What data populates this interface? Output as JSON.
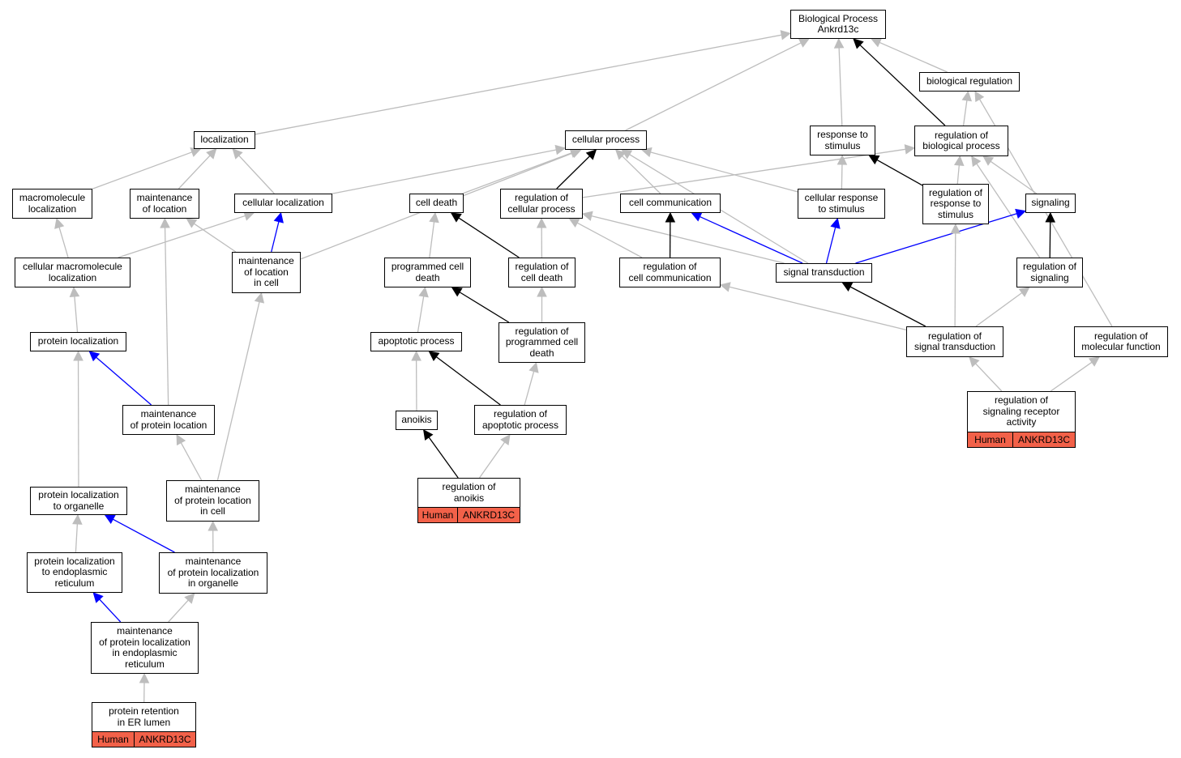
{
  "colors": {
    "gray": "#bdbdbd",
    "black": "#000000",
    "blue": "#0000ff",
    "gene_fill": "#f26149"
  },
  "nodes": {
    "root": "Biological Process\nAnkrd13c",
    "bioreg": "biological regulation",
    "localization": "localization",
    "cellproc": "cellular process",
    "resp": "response to\nstimulus",
    "regbio": "regulation of\nbiological process",
    "macroloc": "macromolecule\nlocalization",
    "mainloc": "maintenance\nof location",
    "cellloc": "cellular localization",
    "celldeath": "cell death",
    "regcell": "regulation of\ncellular process",
    "cellcomm": "cell communication",
    "cellresp": "cellular response\nto stimulus",
    "regresp": "regulation of\nresponse to\nstimulus",
    "signaling": "signaling",
    "cellmacro": "cellular macromolecule\nlocalization",
    "mainlocincell": "maintenance\nof location\nin cell",
    "pcd": "programmed cell\ndeath",
    "regcd": "regulation of\ncell death",
    "regcomm": "regulation of\ncell communication",
    "sigtrans": "signal transduction",
    "regsig": "regulation of\nsignaling",
    "protloc": "protein localization",
    "apop": "apoptotic process",
    "regpcd": "regulation of\nprogrammed cell\ndeath",
    "regsigtrans": "regulation of\nsignal transduction",
    "regmol": "regulation of\nmolecular function",
    "mainprot": "maintenance\nof protein location",
    "anoikis": "anoikis",
    "regapop": "regulation of\napoptotic process",
    "regsrec": "regulation of\nsignaling receptor\nactivity",
    "regano": "regulation of\nanoikis",
    "protorg": "protein localization\nto organelle",
    "mainprotcell": "maintenance\nof protein location\nin cell",
    "proter": "protein localization\nto endoplasmic\nreticulum",
    "mainprotorg": "maintenance\nof protein localization\nin organelle",
    "mainprotER": "maintenance\nof protein localization\nin endoplasmic\nreticulum",
    "retention": "protein retention\nin ER lumen"
  },
  "annotations": {
    "regsrec": {
      "species": "Human",
      "gene": "ANKRD13C"
    },
    "regano": {
      "species": "Human",
      "gene": "ANKRD13C"
    },
    "retention": {
      "species": "Human",
      "gene": "ANKRD13C"
    }
  },
  "edges": [
    {
      "from": "bioreg",
      "to": "root",
      "color": "gray"
    },
    {
      "from": "localization",
      "to": "root",
      "color": "gray"
    },
    {
      "from": "cellproc",
      "to": "root",
      "color": "gray"
    },
    {
      "from": "resp",
      "to": "root",
      "color": "gray"
    },
    {
      "from": "regbio",
      "to": "root",
      "color": "black"
    },
    {
      "from": "regbio",
      "to": "bioreg",
      "color": "gray"
    },
    {
      "from": "macroloc",
      "to": "localization",
      "color": "gray"
    },
    {
      "from": "mainloc",
      "to": "localization",
      "color": "gray"
    },
    {
      "from": "cellloc",
      "to": "localization",
      "color": "gray"
    },
    {
      "from": "cellloc",
      "to": "cellproc",
      "color": "gray"
    },
    {
      "from": "celldeath",
      "to": "cellproc",
      "color": "gray"
    },
    {
      "from": "regcell",
      "to": "cellproc",
      "color": "black"
    },
    {
      "from": "cellcomm",
      "to": "cellproc",
      "color": "gray"
    },
    {
      "from": "cellresp",
      "to": "cellproc",
      "color": "gray"
    },
    {
      "from": "mainlocincell",
      "to": "cellproc",
      "color": "gray"
    },
    {
      "from": "sigtrans",
      "to": "cellproc",
      "color": "gray"
    },
    {
      "from": "regcell",
      "to": "regbio",
      "color": "gray"
    },
    {
      "from": "cellresp",
      "to": "resp",
      "color": "gray"
    },
    {
      "from": "regresp",
      "to": "resp",
      "color": "black"
    },
    {
      "from": "regresp",
      "to": "regbio",
      "color": "gray"
    },
    {
      "from": "signaling",
      "to": "regbio",
      "color": "gray"
    },
    {
      "from": "regsig",
      "to": "regbio",
      "color": "gray"
    },
    {
      "from": "regmol",
      "to": "bioreg",
      "color": "gray"
    },
    {
      "from": "cellmacro",
      "to": "macroloc",
      "color": "gray"
    },
    {
      "from": "cellmacro",
      "to": "cellloc",
      "color": "gray"
    },
    {
      "from": "mainlocincell",
      "to": "cellloc",
      "color": "blue"
    },
    {
      "from": "mainlocincell",
      "to": "mainloc",
      "color": "gray"
    },
    {
      "from": "mainprot",
      "to": "mainloc",
      "color": "gray"
    },
    {
      "from": "pcd",
      "to": "celldeath",
      "color": "gray"
    },
    {
      "from": "regcd",
      "to": "celldeath",
      "color": "black"
    },
    {
      "from": "regcd",
      "to": "regcell",
      "color": "gray"
    },
    {
      "from": "regcomm",
      "to": "regcell",
      "color": "gray"
    },
    {
      "from": "sigtrans",
      "to": "regcell",
      "color": "gray"
    },
    {
      "from": "regcomm",
      "to": "cellcomm",
      "color": "black"
    },
    {
      "from": "sigtrans",
      "to": "cellcomm",
      "color": "blue"
    },
    {
      "from": "sigtrans",
      "to": "cellresp",
      "color": "blue"
    },
    {
      "from": "sigtrans",
      "to": "signaling",
      "color": "blue"
    },
    {
      "from": "regsig",
      "to": "signaling",
      "color": "black"
    },
    {
      "from": "protloc",
      "to": "cellmacro",
      "color": "gray"
    },
    {
      "from": "apop",
      "to": "pcd",
      "color": "gray"
    },
    {
      "from": "regpcd",
      "to": "pcd",
      "color": "black"
    },
    {
      "from": "regpcd",
      "to": "regcd",
      "color": "gray"
    },
    {
      "from": "regsigtrans",
      "to": "regcomm",
      "color": "gray"
    },
    {
      "from": "regsigtrans",
      "to": "sigtrans",
      "color": "black"
    },
    {
      "from": "regsigtrans",
      "to": "regresp",
      "color": "gray"
    },
    {
      "from": "regsigtrans",
      "to": "regsig",
      "color": "gray"
    },
    {
      "from": "mainprot",
      "to": "protloc",
      "color": "blue"
    },
    {
      "from": "anoikis",
      "to": "apop",
      "color": "gray"
    },
    {
      "from": "regapop",
      "to": "apop",
      "color": "black"
    },
    {
      "from": "regapop",
      "to": "regpcd",
      "color": "gray"
    },
    {
      "from": "regsrec",
      "to": "regsigtrans",
      "color": "gray"
    },
    {
      "from": "regsrec",
      "to": "regmol",
      "color": "gray"
    },
    {
      "from": "regano",
      "to": "anoikis",
      "color": "black"
    },
    {
      "from": "regano",
      "to": "regapop",
      "color": "gray"
    },
    {
      "from": "protorg",
      "to": "protloc",
      "color": "gray"
    },
    {
      "from": "mainprotcell",
      "to": "mainprot",
      "color": "gray"
    },
    {
      "from": "mainprotcell",
      "to": "mainlocincell",
      "color": "gray"
    },
    {
      "from": "proter",
      "to": "protorg",
      "color": "gray"
    },
    {
      "from": "mainprotorg",
      "to": "protorg",
      "color": "blue"
    },
    {
      "from": "mainprotorg",
      "to": "mainprotcell",
      "color": "gray"
    },
    {
      "from": "mainprotER",
      "to": "proter",
      "color": "blue"
    },
    {
      "from": "mainprotER",
      "to": "mainprotorg",
      "color": "gray"
    },
    {
      "from": "retention",
      "to": "mainprotER",
      "color": "gray"
    }
  ]
}
